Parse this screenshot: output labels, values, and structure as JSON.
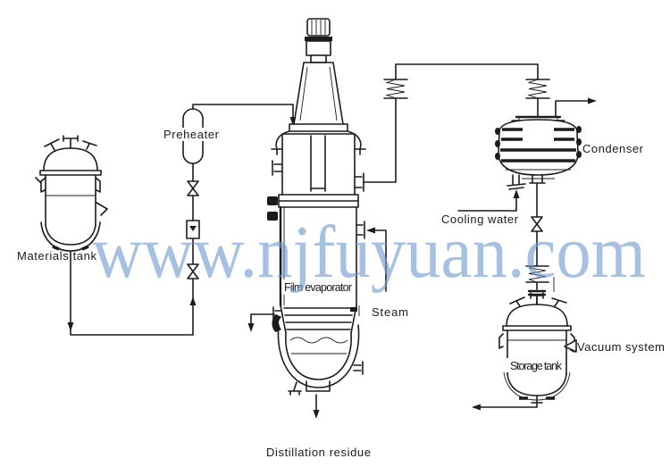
{
  "watermark": {
    "text": "www.njfuyuan.com",
    "color": "#6f9ace"
  },
  "colors": {
    "background": "#ffffff",
    "line": "#1c1c1c",
    "label_text": "#1a1a1a",
    "watermark_blue": "#a6c0e0"
  },
  "labels": {
    "materials_tank": "Materials tank",
    "preheater": "Preheater",
    "film_evaporator": "Film evaporator",
    "steam": "Steam",
    "distillation_residue": "Distillation residue",
    "cooling_water": "Cooling water",
    "condenser": "Condenser",
    "vacuum_system": "Vacuum system",
    "storage_tank": "Storage tank"
  }
}
